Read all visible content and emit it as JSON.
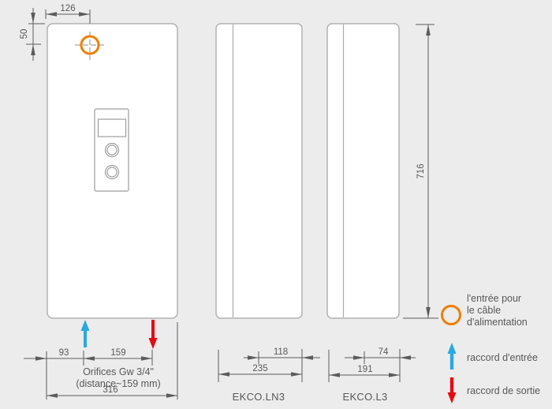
{
  "front_view": {
    "dims": {
      "cable_hole_x": "126",
      "cable_hole_y": "50",
      "inlet_offset": "93",
      "ports_spacing": "159",
      "total_width": "316"
    },
    "ports_note": {
      "line1": "Orifices Gw 3/4\"",
      "line2": "(distance~159 mm)"
    }
  },
  "side_views": {
    "ln3": {
      "label": "EKCO.LN3",
      "dims": {
        "rear_depth": "118",
        "total_depth": "235"
      }
    },
    "l3": {
      "label": "EKCO.L3",
      "dims": {
        "rear_depth": "74",
        "total_depth": "191"
      }
    }
  },
  "height_dim": "716",
  "legend": {
    "cable_entry": {
      "line1": "l'entrée pour",
      "line2": "le câble",
      "line3": "d'alimentation"
    },
    "inlet_label": "raccord d'entrée",
    "outlet_label": "raccord de sortie"
  },
  "colors": {
    "background": "#ECECEC",
    "outline": "#B2B2B2",
    "dimension": "#5C5C5E",
    "text": "#58585A",
    "accent_orange": "#F07E00",
    "accent_blue": "#29A9E0",
    "accent_red": "#E30B13"
  }
}
